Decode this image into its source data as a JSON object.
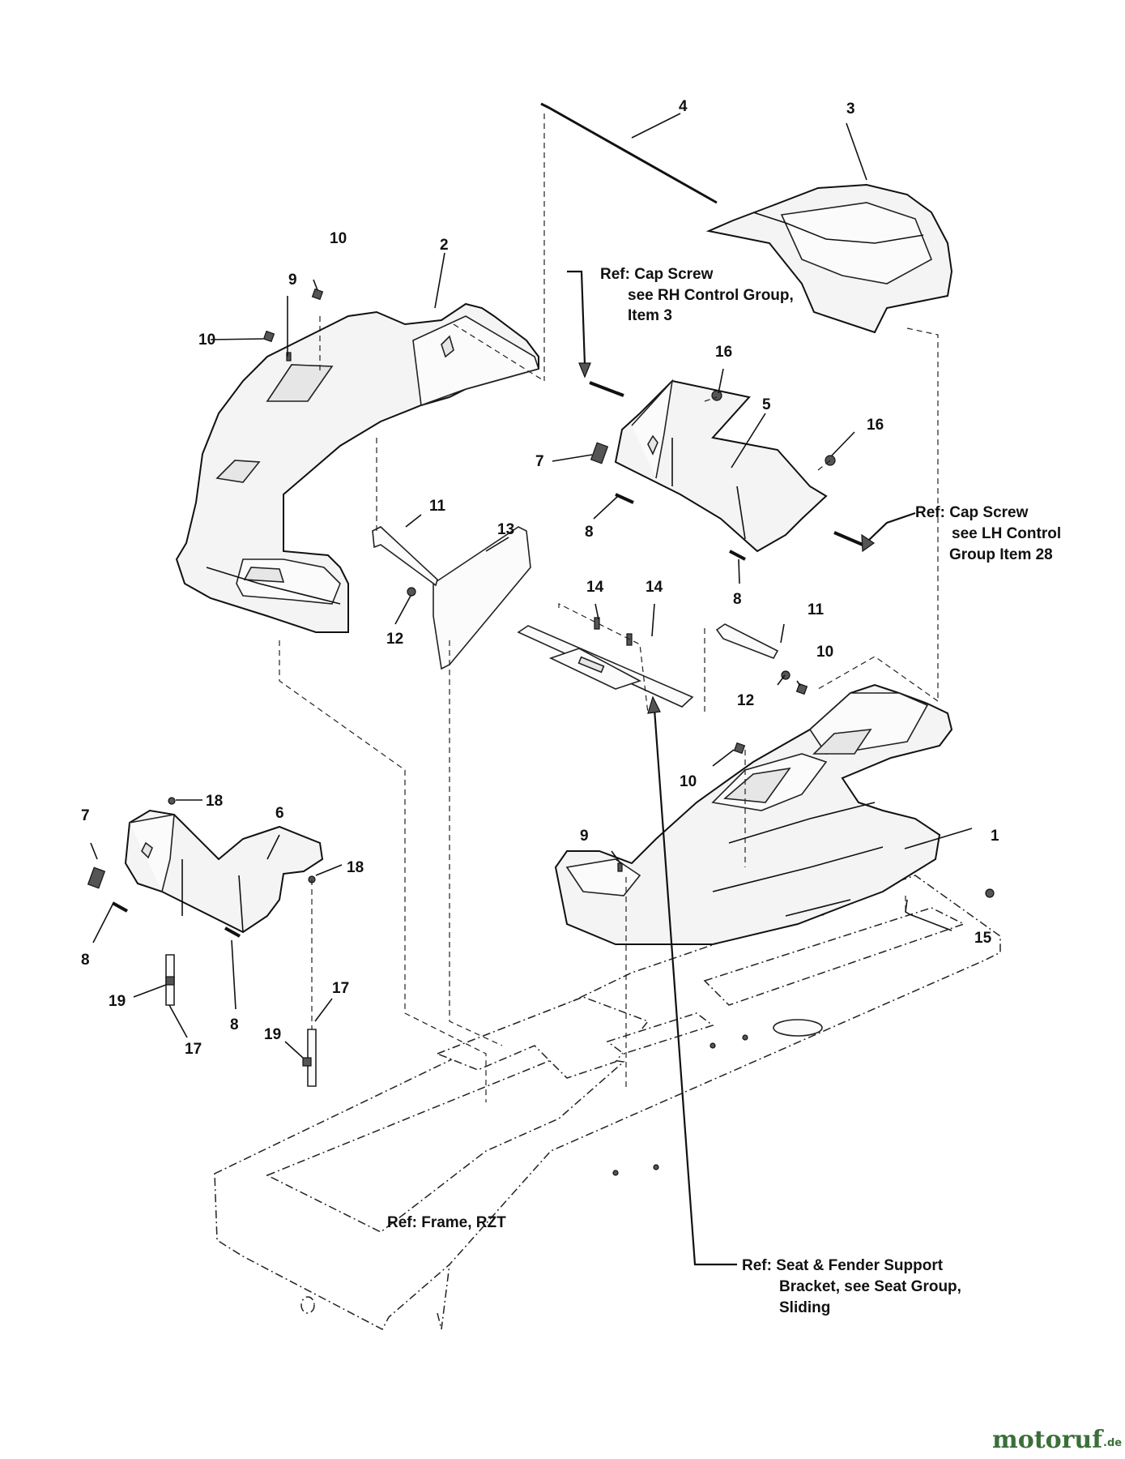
{
  "callouts": {
    "c1": "1",
    "c2": "2",
    "c3": "3",
    "c4": "4",
    "c5": "5",
    "c6": "6",
    "c7": "7",
    "c8": "8",
    "c9": "9",
    "c10": "10",
    "c11": "11",
    "c12": "12",
    "c13": "13",
    "c14": "14",
    "c15": "15",
    "c16": "16",
    "c17": "17",
    "c18": "18",
    "c19": "19"
  },
  "references": {
    "rh_cap_screw": [
      "Ref: Cap Screw",
      "see RH Control Group,",
      "Item 3"
    ],
    "lh_cap_screw": [
      "Ref: Cap Screw",
      "see LH Control",
      "Group  Item 28"
    ],
    "frame": "Ref: Frame, RZT",
    "seat_fender": [
      "Ref: Seat & Fender Support",
      "Bracket, see Seat Group,",
      "Sliding"
    ]
  },
  "watermark": {
    "name": "motoruf",
    "suffix": ".de"
  }
}
